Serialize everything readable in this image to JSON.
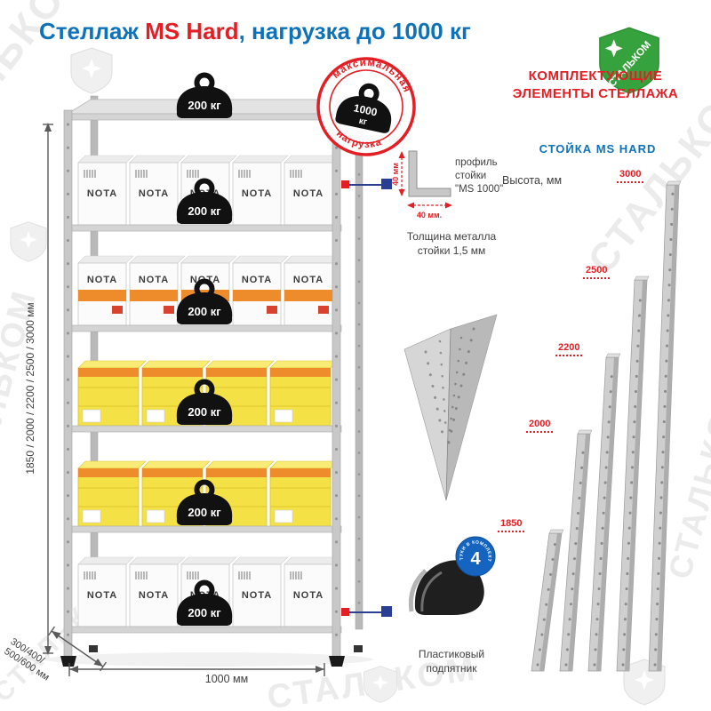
{
  "brand": "СТАЛЬКОМ",
  "title": {
    "prefix": "Стеллаж ",
    "highlight": "MS Hard",
    "suffix": ", нагрузка до 1000 кг"
  },
  "rack": {
    "shelf_load": "200 кг",
    "box_brand": "NOTA",
    "stamp": {
      "arc_top": "максимальная",
      "arc_bottom": "нагрузка",
      "weight_value": "1000",
      "weight_unit": "кг"
    },
    "dimensions": {
      "height": "1850 / 2000 / 2200 / 2500 / 3000 мм",
      "depth_line1": "300/400/",
      "depth_line2": "500/600 мм",
      "width": "1000 мм"
    }
  },
  "components": {
    "profile": {
      "caption_line1": "профиль",
      "caption_line2": "стойки",
      "caption_line3": "\"MS 1000\"",
      "dim_vertical": "40 мм",
      "dim_horizontal": "40 мм.",
      "thickness_line1": "Толщина металла",
      "thickness_line2": "стойки 1,5 мм"
    },
    "foot": {
      "badge_number": "4",
      "badge_arc_text": "ШТУКИ В КОМПЛЕКТЕ",
      "label_line1": "Пластиковый",
      "label_line2": "подпятник"
    }
  },
  "right_panel": {
    "heading_line1": "КОМПЛЕКТУЮЩИЕ",
    "heading_line2": "ЭЛЕМЕНТЫ СТЕЛЛАЖА",
    "subheading": "СТОЙКА MS HARD",
    "height_caption": "Высота, мм",
    "posts": [
      {
        "label": "3000"
      },
      {
        "label": "2500"
      },
      {
        "label": "2200"
      },
      {
        "label": "2000"
      },
      {
        "label": "1850"
      }
    ]
  }
}
